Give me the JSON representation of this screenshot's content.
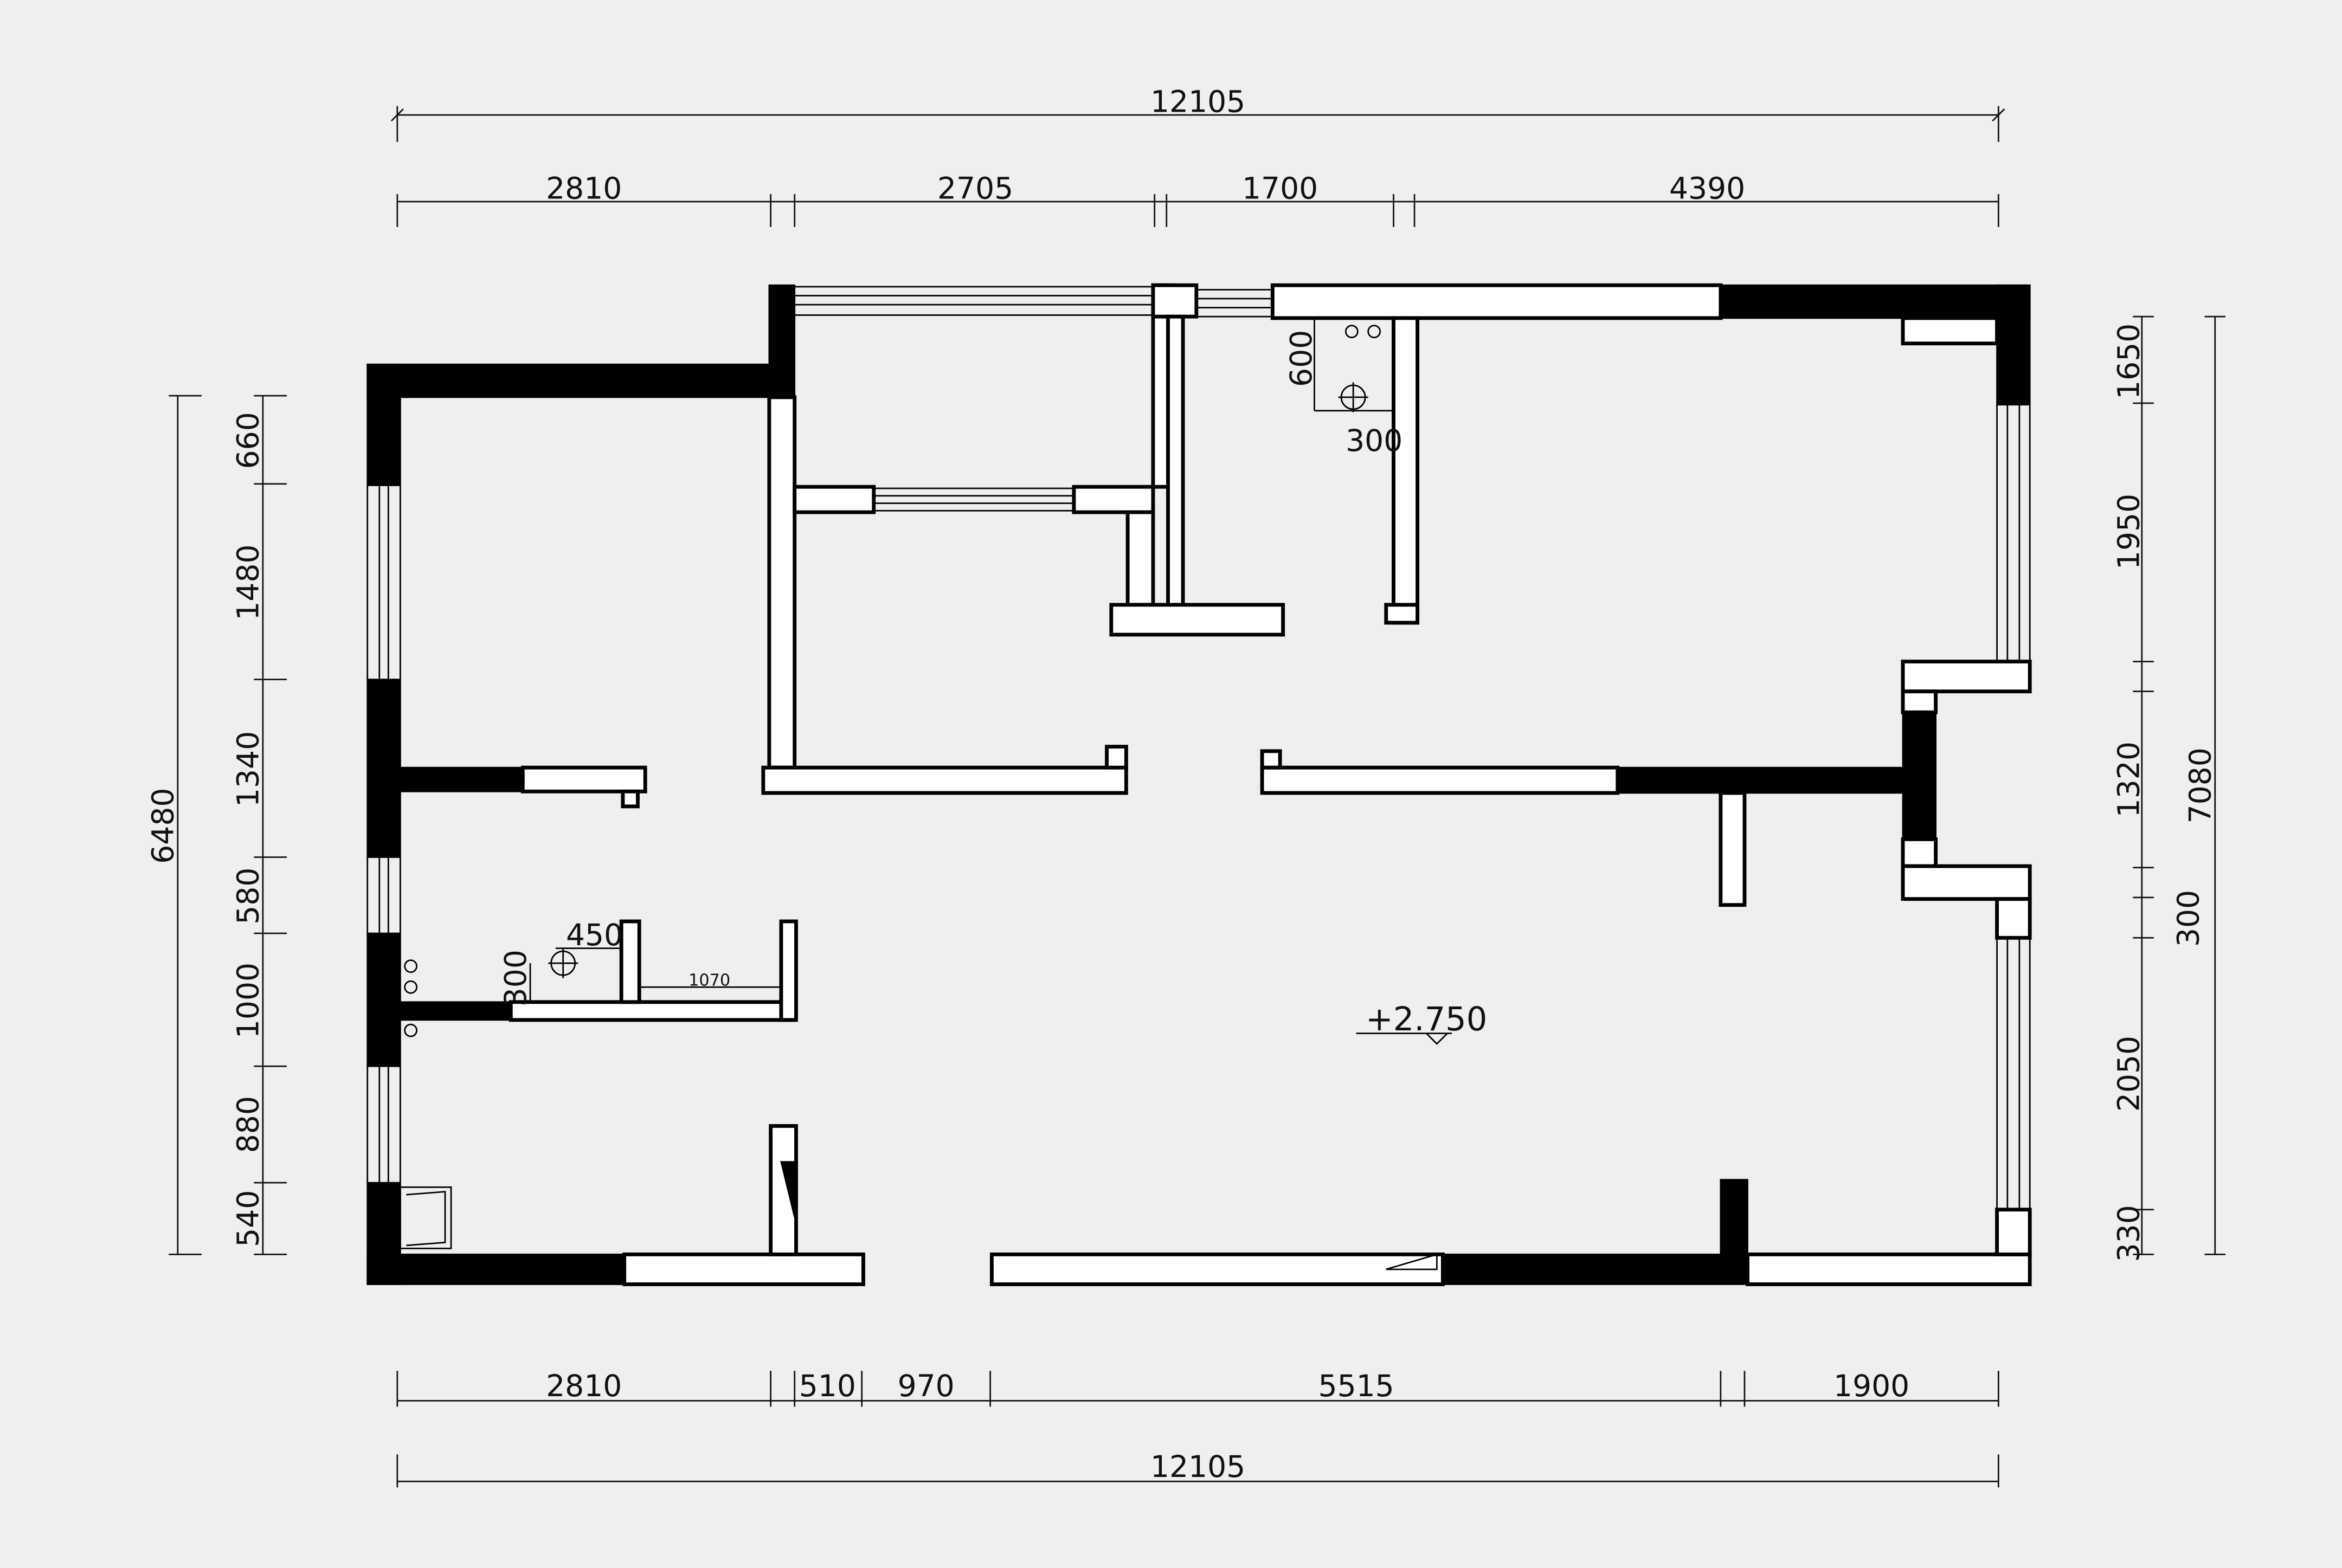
{
  "dimensions": {
    "top_overall": "12105",
    "top_segments": [
      "2810",
      "2705",
      "1700",
      "4390"
    ],
    "bottom_segments": [
      "2810",
      "510",
      "970",
      "5515",
      "1900"
    ],
    "bottom_overall": "12105",
    "left_overall": "6480",
    "left_segments": [
      "660",
      "1480",
      "1340",
      "580",
      "1000",
      "880",
      "540"
    ],
    "right_overall": "7080",
    "right_segments": [
      "1650",
      "1950",
      "1320",
      "300",
      "2050",
      "330"
    ]
  },
  "annotations": {
    "shaft_top_vertical": "600",
    "shaft_top_horizontal": "300",
    "shaft_left_horizontal": "450",
    "shaft_left_vertical": "300",
    "counter_length": "1070",
    "floor_elevation": "+2.750"
  },
  "colors": {
    "background": "#f0eeee",
    "wall_fill": "#ffffff",
    "structural_wall": "#000000",
    "line": "#000000"
  }
}
